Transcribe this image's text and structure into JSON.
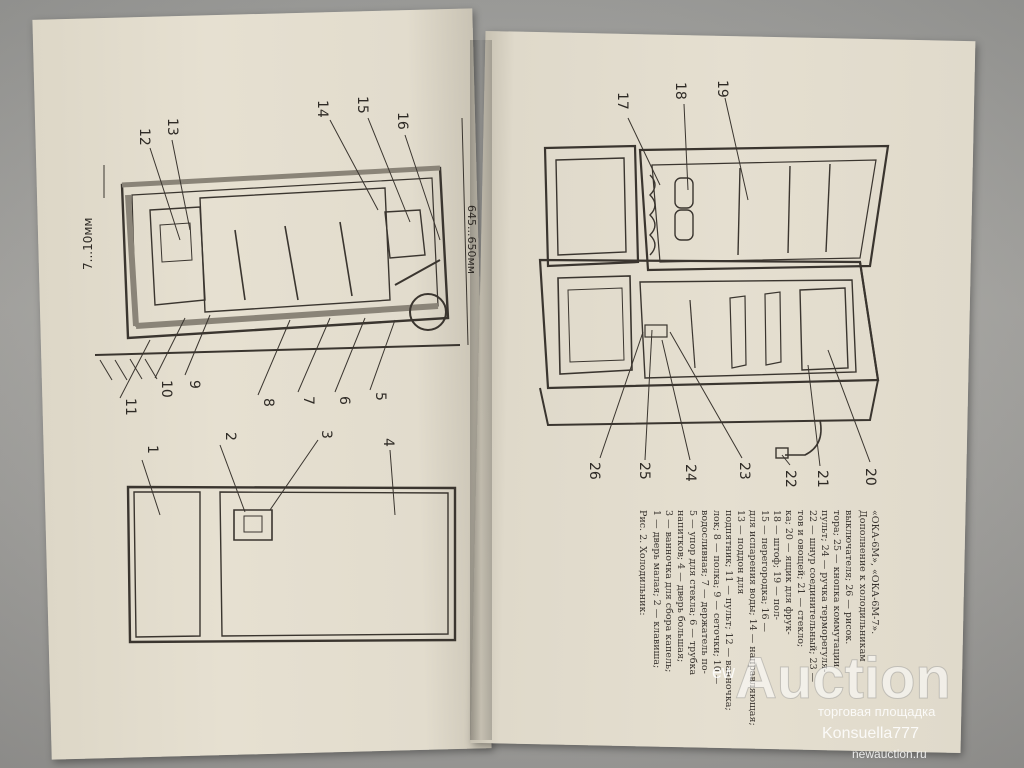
{
  "left_page": {
    "dim_top": "7...10мм",
    "dim_side": "645...650мм",
    "page_number": "",
    "callouts_top": [
      "12",
      "13",
      "14",
      "15",
      "16"
    ],
    "callouts_bottom": [
      "11",
      "10",
      "9",
      "8",
      "7",
      "6",
      "5"
    ],
    "callouts_front": [
      "1",
      "2",
      "3",
      "4"
    ]
  },
  "right_page": {
    "callouts_top": [
      "17",
      "18",
      "19"
    ],
    "callouts_bottom": [
      "26",
      "25",
      "24",
      "23",
      "22",
      "21",
      "20"
    ],
    "caption_lines": [
      "Рис. 2. Холодильник:",
      "1 — дверь малая; 2 — клавиша;",
      "3 — ванночка для сбора капель;",
      "напитков; 4 — дверь большая;",
      "5 — упор для стекла; 6 — трубка",
      "водосливная; 7 — держатель по-",
      "лок; 8 — полка; 9 — сеточки; 10 —",
      "подпятник; 11 — пульт; 12 — ванночка;",
      "13 — поддон для",
      "для испарения воды; 14 — направляющая;",
      "15 — перегородка; 16 —",
      "18 — штоф; 19 — пол-",
      "ка; 20 — ящик для фрук-",
      "тов и овощей; 21 — стекло;",
      "22 — шнур соединительный; 23 —",
      "пульт; 24 — ручка терморегуля-",
      "тора; 25 — кнопка коммутации",
      "выключателя; 26 — рисок.",
      "Дополнение к холодильникам",
      "«ОКА-6М», «ОКА-6М-7»."
    ]
  },
  "watermark": {
    "brand": "Auction",
    "prefix": "ew",
    "tagline": "торговая площадка",
    "user": "Konsuella777",
    "url": "newauction.ru"
  },
  "colors": {
    "paper": "#e3ddce",
    "ink": "#2f2b26",
    "background": "#aeada9"
  }
}
